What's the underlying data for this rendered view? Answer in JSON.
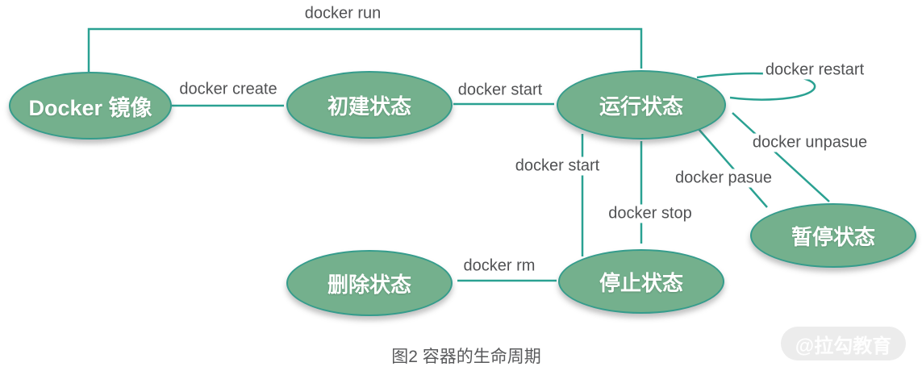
{
  "diagram": {
    "caption": "图2 容器的生命周期",
    "watermark": "@拉勾教育",
    "colors": {
      "line": "#2AA192",
      "node_fill": "#74B08D",
      "node_border": "#359C8C",
      "node_text": "#FFFFFF",
      "label_text": "#515254",
      "caption_text": "#58595B",
      "watermark_bg": "#ECECEC",
      "watermark_text": "#FFFFFF"
    },
    "nodes": {
      "image": {
        "label": "Docker 镜像"
      },
      "created": {
        "label": "初建状态"
      },
      "running": {
        "label": "运行状态"
      },
      "paused": {
        "label": "暂停状态"
      },
      "stopped": {
        "label": "停止状态"
      },
      "deleted": {
        "label": "删除状态"
      }
    },
    "edges": {
      "run": {
        "label": "docker run",
        "from": "image",
        "to": "running"
      },
      "create": {
        "label": "docker create",
        "from": "image",
        "to": "created"
      },
      "start_top": {
        "label": "docker start",
        "from": "created",
        "to": "running"
      },
      "restart": {
        "label": "docker restart",
        "from": "running",
        "to": "running"
      },
      "unpause": {
        "label": "docker unpasue",
        "from": "paused",
        "to": "running"
      },
      "pause": {
        "label": "docker pasue",
        "from": "running",
        "to": "paused"
      },
      "start_bottom": {
        "label": "docker start",
        "from": "stopped",
        "to": "running"
      },
      "stop": {
        "label": "docker stop",
        "from": "running",
        "to": "stopped"
      },
      "rm": {
        "label": "docker rm",
        "from": "stopped",
        "to": "deleted"
      }
    }
  }
}
